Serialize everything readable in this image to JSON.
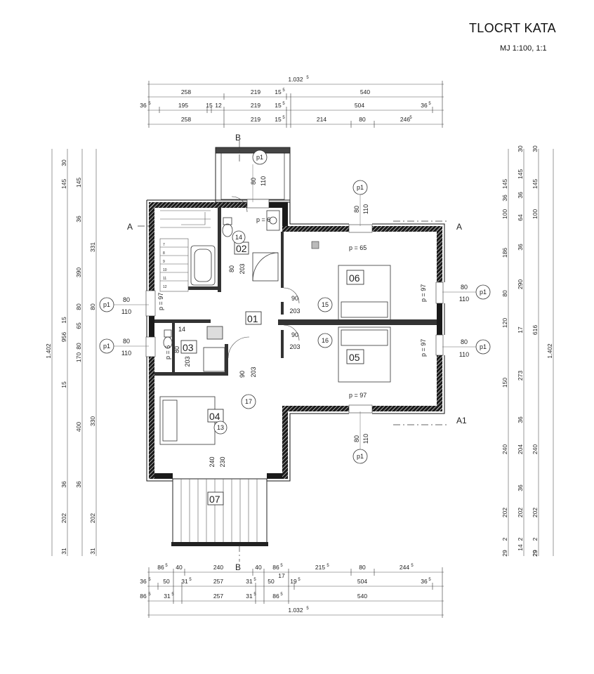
{
  "header": {
    "title": "TLOCRT KATA",
    "scale": "MJ 1:100, 1:1"
  },
  "rooms": [
    {
      "id": "01"
    },
    {
      "id": "02"
    },
    {
      "id": "03"
    },
    {
      "id": "04"
    },
    {
      "id": "05"
    },
    {
      "id": "06"
    },
    {
      "id": "07"
    }
  ],
  "room_circles": [
    "13",
    "14",
    "15",
    "16",
    "17"
  ],
  "window_tag": "p1",
  "sill_notes": {
    "bath_window": "p = 6",
    "hall_top": "p = 65",
    "room06": "p = 97",
    "room05": "p = 97",
    "room05_bottom": "p = 97",
    "hall_left": "p = 97",
    "wc": "p = 6"
  },
  "section_marks": {
    "a_left": "A",
    "a_right": "A",
    "a1": "A1",
    "b_top": "B",
    "b_bottom": "B"
  },
  "dims_top": {
    "overall": "1.032",
    "row1": [
      "258",
      "219",
      "15",
      "540"
    ],
    "row2": [
      "36",
      "195",
      "15",
      "12",
      "219",
      "15",
      "504",
      "36"
    ],
    "row3": [
      "258",
      "219",
      "15",
      "214",
      "80",
      "246"
    ]
  },
  "dims_bottom": {
    "row1": [
      "86",
      "40",
      "240",
      "40",
      "86",
      "215",
      "80",
      "244"
    ],
    "row1b": "17",
    "row2": [
      "36",
      "50",
      "31",
      "257",
      "31",
      "50",
      "19",
      "504",
      "36"
    ],
    "row3": [
      "86",
      "31",
      "257",
      "31",
      "86",
      "540"
    ],
    "overall": "1.032"
  },
  "dims_left": {
    "overall": "1.402",
    "col2": "956",
    "col3": [
      "145",
      "36",
      "390",
      "80",
      "65",
      "80",
      "170",
      "400"
    ],
    "col4": [
      "30",
      "145",
      "331",
      "80",
      "15",
      "15",
      "330",
      "202"
    ],
    "extra": [
      "36",
      "31",
      "202",
      "31",
      "36"
    ]
  },
  "dims_right": {
    "overall": "1.402",
    "col1": [
      "30",
      "145",
      "36",
      "64",
      "186",
      "290",
      "120",
      "17",
      "273",
      "36",
      "204",
      "36",
      "202",
      "2",
      "14",
      "2",
      "29"
    ],
    "col2": [
      "145",
      "36",
      "100",
      "36",
      "80",
      "150",
      "240",
      "202",
      "29"
    ],
    "col3": [
      "30",
      "145",
      "100",
      "616",
      "240",
      "202",
      "2",
      "29"
    ]
  },
  "openings": {
    "o1": [
      "80",
      "110"
    ],
    "o2": [
      "80",
      "110"
    ],
    "door_90_203_a": [
      "90",
      "203"
    ],
    "door_90_203_b": [
      "90",
      "203"
    ],
    "door_80_203": [
      "80",
      "203"
    ],
    "door_90_203_c": [
      "90",
      "203"
    ],
    "door_240_230": [
      "240",
      "230"
    ],
    "wc_door": [
      "80",
      "203"
    ],
    "stairs": [
      "7",
      "8",
      "9",
      "10",
      "11",
      "12"
    ]
  }
}
